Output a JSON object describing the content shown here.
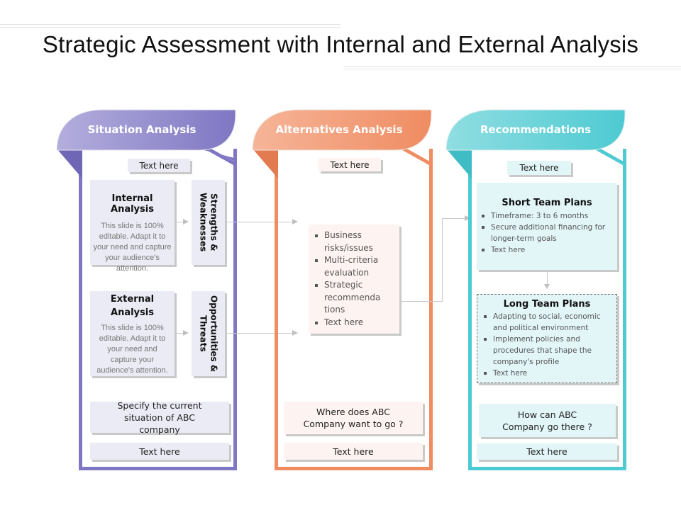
{
  "title": "Strategic Assessment with Internal and External Analysis",
  "colors": {
    "situation": "#7f77c3",
    "situation_light": "#b3aedd",
    "alternatives": "#ef8c62",
    "alternatives_light": "#f6b598",
    "recommendations": "#4ecad2",
    "recommendations_light": "#8fdee2"
  },
  "columns": [
    {
      "header": "Situation Analysis",
      "top_label": "Text here",
      "internal": {
        "heading": "Internal Analysis",
        "body": "This slide is 100% editable. Adapt it to your need and capture your audience's attention.",
        "side": "Strengths & Weaknesses"
      },
      "external": {
        "heading": "External Analysis",
        "body": "This slide is 100% editable. Adapt it to your need and capture your audience's attention.",
        "side": "Opportunities & Threats"
      },
      "question": "Specify the current situation of ABC company",
      "bottom_label": "Text here"
    },
    {
      "header": "Alternatives Analysis",
      "top_label": "Text here",
      "bullets": [
        "Business risks/issues",
        "Multi-criteria evaluation",
        "Strategic recommenda tions",
        "Text here"
      ],
      "question": "Where does ABC Company want to go ?",
      "bottom_label": "Text here"
    },
    {
      "header": "Recommendations",
      "top_label": "Text here",
      "short_plans": {
        "heading": "Short Team Plans",
        "bullets": [
          "Timeframe: 3 to 6 months",
          "Secure additional financing for longer-term goals",
          "Text here"
        ]
      },
      "long_plans": {
        "heading": "Long Team Plans",
        "bullets": [
          "Adapting to social, economic and political environment",
          "Implement policies and procedures that shape the company's profile",
          "Text here"
        ]
      },
      "question": "How can ABC Company go there ?",
      "bottom_label": "Text here"
    }
  ]
}
